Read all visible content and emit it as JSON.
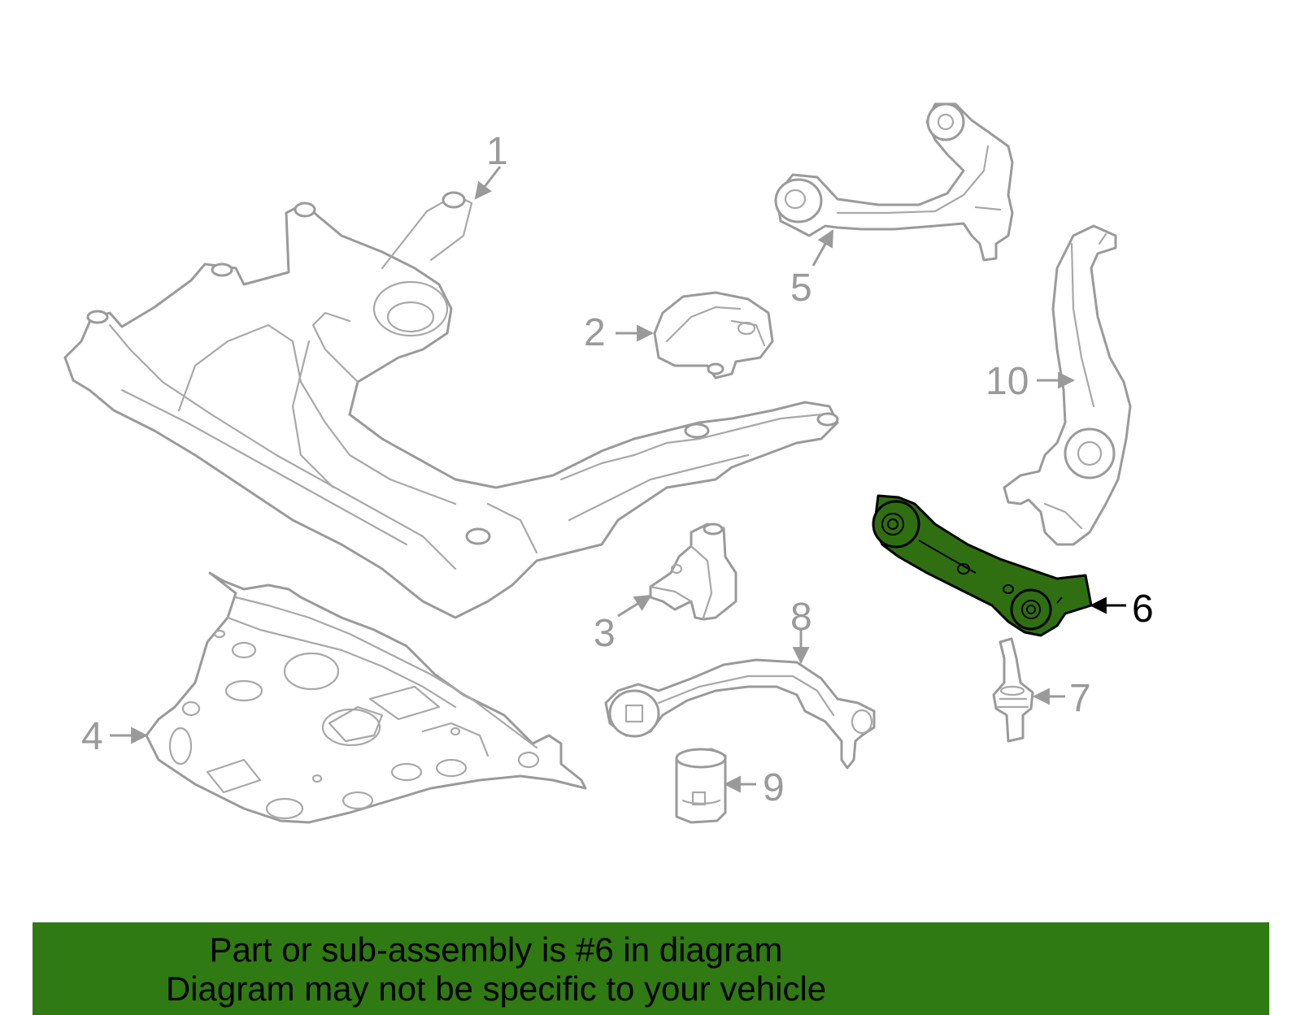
{
  "diagram": {
    "highlight_color": "#2f6f12",
    "callouts": [
      {
        "id": "1",
        "label": "1"
      },
      {
        "id": "2",
        "label": "2"
      },
      {
        "id": "3",
        "label": "3"
      },
      {
        "id": "4",
        "label": "4"
      },
      {
        "id": "5",
        "label": "5"
      },
      {
        "id": "6",
        "label": "6",
        "highlighted": true
      },
      {
        "id": "7",
        "label": "7"
      },
      {
        "id": "8",
        "label": "8"
      },
      {
        "id": "9",
        "label": "9"
      },
      {
        "id": "10",
        "label": "10"
      }
    ]
  },
  "banner": {
    "color": "#2f7a12",
    "line1": "Part or sub-assembly is #6 in diagram",
    "line2": "Diagram may not be specific to your vehicle"
  }
}
